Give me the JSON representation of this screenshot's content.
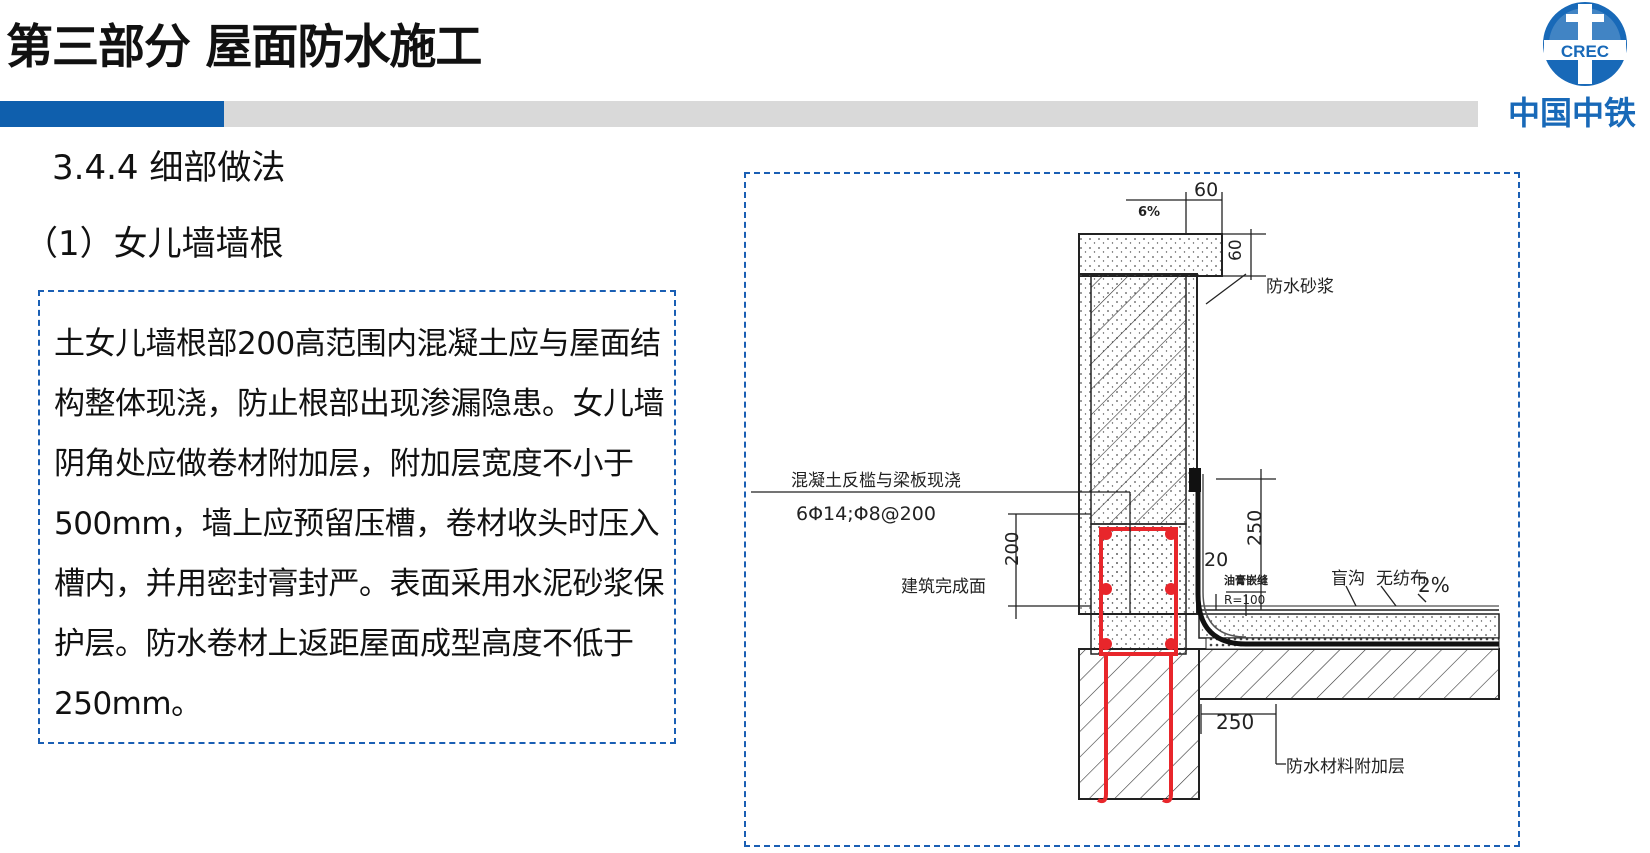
{
  "header": {
    "title": "第三部分  屋面防水施工",
    "logo_text": "中国中铁",
    "logo_letters": "CREC"
  },
  "section": {
    "number_title": "3.4.4  细部做法",
    "subsection": "（1）女儿墙墙根"
  },
  "body_text": "土女儿墙根部200高范围内混凝土应与屋面结构整体现浇，防止根部出现渗漏隐患。女儿墙阴角处应做卷材附加层，附加层宽度不小于500mm，墙上应预留压槽，卷材收头时压入槽内，并用密封膏封严。表面采用水泥砂浆保护层。防水卷材上返距屋面成型高度不低于250mm。",
  "figure": {
    "dim_60_top": "60",
    "slope_top": "6%",
    "dim_60_side": "60",
    "label_mortar": "防水砂浆",
    "label_cast": "混凝土反槛与梁板现浇",
    "label_rebar": "6Φ14;Φ8@200",
    "dim_200": "200",
    "label_finish": "建筑完成面",
    "dim_250_vertical": "250",
    "dim_20": "20",
    "label_sealant": "油膏嵌缝",
    "label_radius": "R=100",
    "label_drain": "盲沟",
    "label_fabric": "无纺布",
    "slope_roof": "2%",
    "dim_250_horizontal": "250",
    "label_additional": "防水材料附加层"
  },
  "colors": {
    "brand_blue": "#0f5fad",
    "rebar_red": "#e8262b",
    "border_blue": "#1a5fb4"
  }
}
